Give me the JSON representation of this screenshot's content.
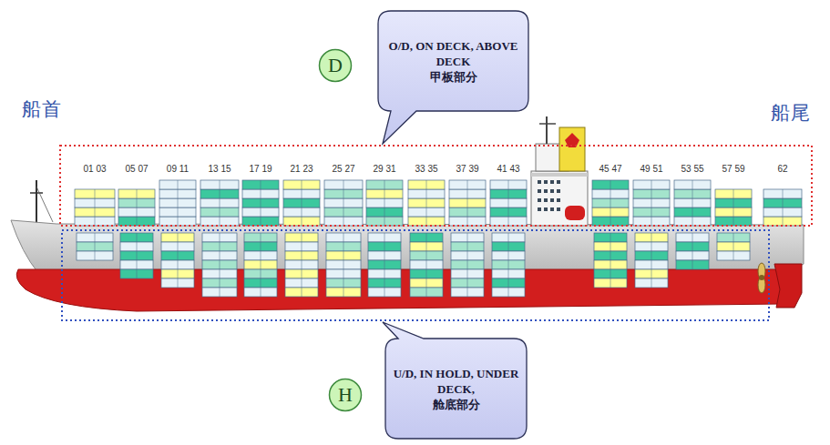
{
  "diagram": {
    "nodes": [
      {
        "text": [
          "D"
        ]
      },
      {
        "text": [
          "O/D, ON DECK, ABOVE DECK",
          "甲板部分"
        ]
      },
      {
        "text": [
          "H"
        ]
      },
      {
        "text": [
          "U/D, IN HOLD, UNDER DECK,",
          "舱底部分"
        ]
      }
    ],
    "labels": [
      "船首",
      "船尾",
      "01 03",
      "05 07",
      "09 11",
      "13 15",
      "17 19",
      "21 23",
      "25 27",
      "29 31",
      "33 35",
      "37 39",
      "41 43",
      "45 47",
      "49 51",
      "53 55",
      "57 59",
      "62"
    ]
  }
}
